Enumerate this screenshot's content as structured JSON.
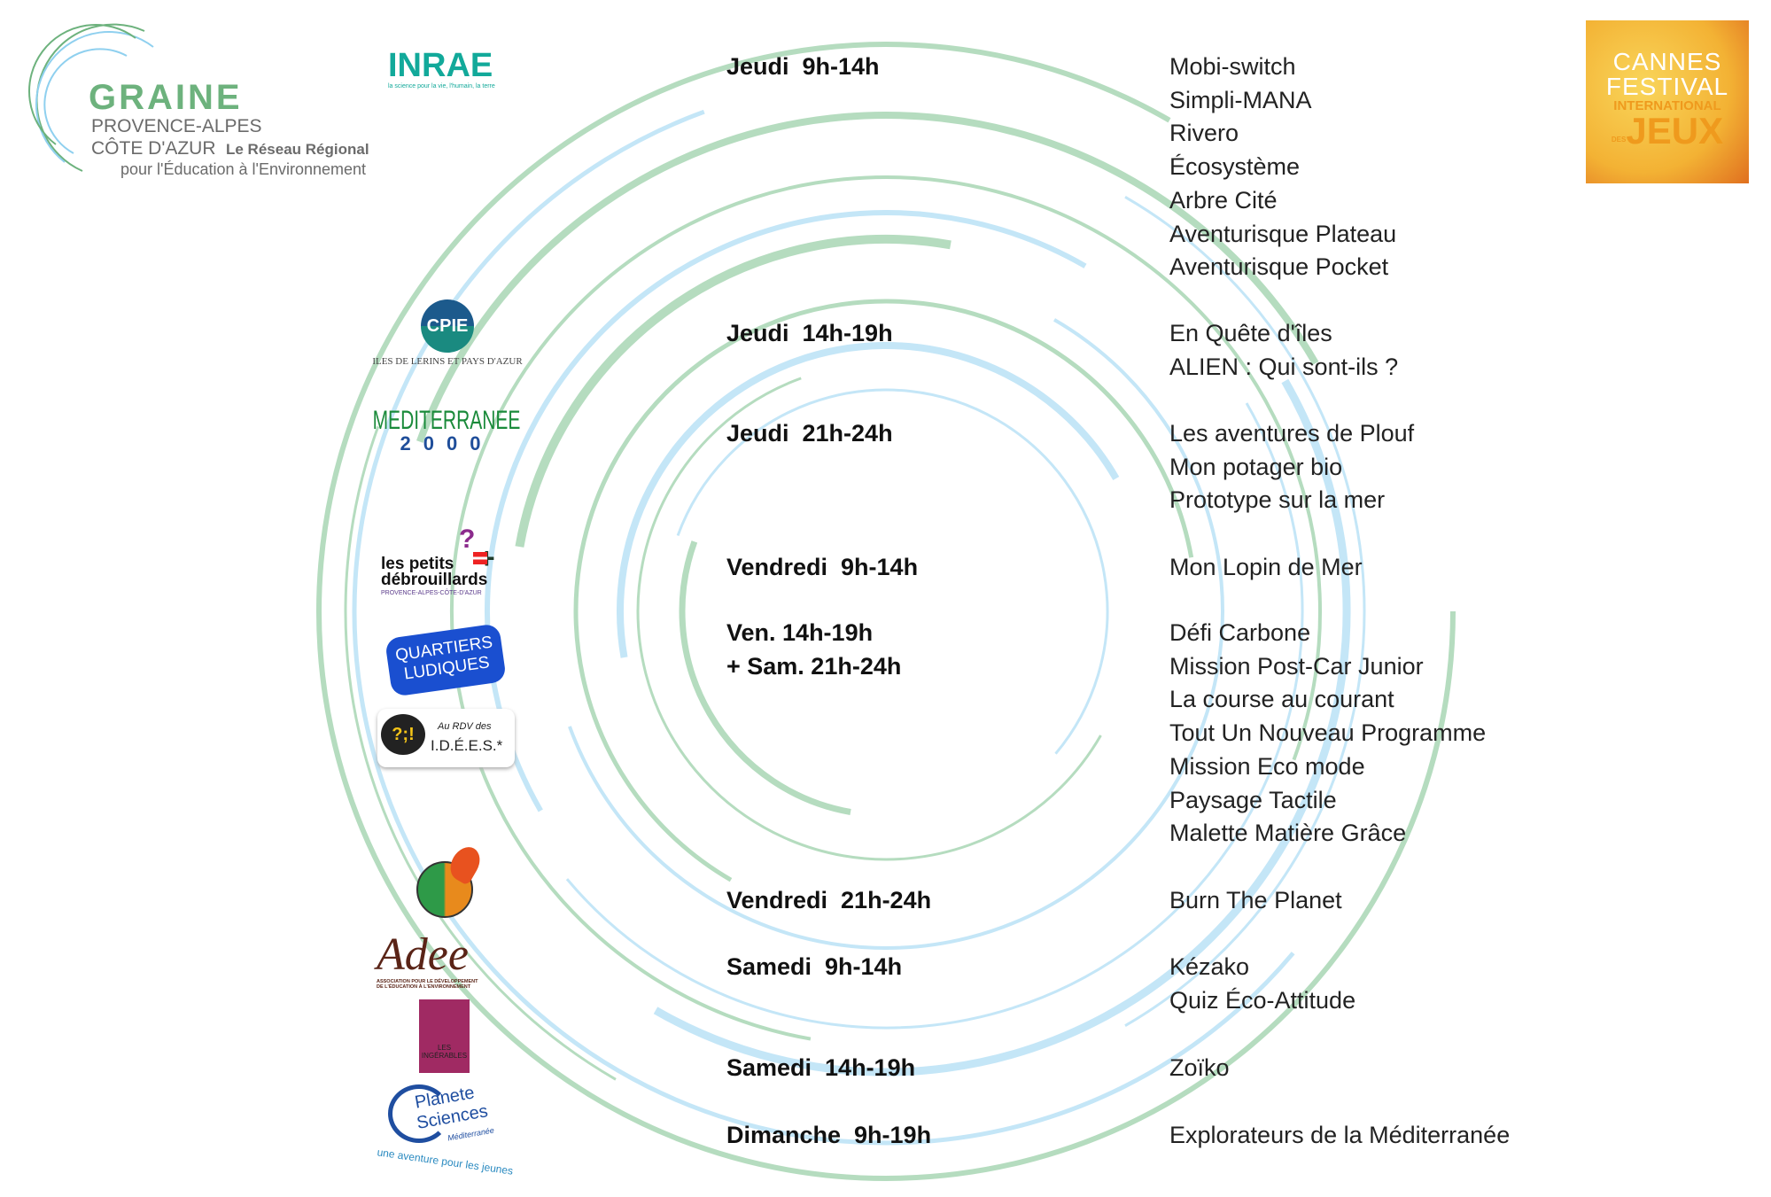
{
  "logos": {
    "graine": {
      "name": "GRAINE",
      "line1": "PROVENCE-ALPES",
      "line2": "CÔTE D'AZUR",
      "tag": "Le Réseau Régional",
      "line3": "pour l'Éducation à l'Environnement"
    },
    "inrae": {
      "name": "INRAE",
      "tagline": "la science pour la vie, l'humain, la terre"
    },
    "cannes": {
      "line1": "CANNES",
      "line2": "FESTIVAL",
      "line3": "INTERNATIONAL",
      "des": "DES",
      "line4": "JEUX"
    },
    "cpie": {
      "name": "CPIE",
      "subtitle": "ILES DE LERINS ET PAYS D'AZUR"
    },
    "med2000": {
      "line1": "MEDITERRANEE",
      "line2": "2000"
    },
    "petits_debrouillards": {
      "line1": "les petits",
      "line2": "débrouillards",
      "region": "PROVENCE-ALPES-CÔTE-D'AZUR"
    },
    "quartiers_ludiques": {
      "line1": "QUARTIERS",
      "line2": "LUDIQUES"
    },
    "idees": {
      "bubble": "?;!",
      "line1": "Au RDV des",
      "line2": "I.D.É.E.S.*"
    },
    "adee": {
      "name": "Adee",
      "line1": "ASSOCIATION POUR LE DÉVELOPPEMENT",
      "line2": "DE L'ÉDUCATION À L'ENVIRONNEMENT"
    },
    "ingerables": {
      "line1": "LES",
      "line2": "INGÉRABLES"
    },
    "planete_sciences": {
      "line1": "Planete",
      "line2": "Sciences",
      "region": "Méditerranée",
      "tagline": "une aventure pour les jeunes"
    }
  },
  "schedule": [
    {
      "time": "Jeudi  9h-14h",
      "games": [
        "Mobi-switch",
        "Simpli-MANA",
        "Rivero",
        "Écosystème",
        "Arbre Cité",
        "Aventurisque Plateau",
        "Aventurisque Pocket"
      ]
    },
    {
      "time": "Jeudi  14h-19h",
      "games": [
        "En Quête d'îles",
        "ALIEN : Qui sont-ils ?"
      ]
    },
    {
      "time": "Jeudi  21h-24h",
      "games": [
        "Les aventures de Plouf",
        "Mon potager bio",
        "Prototype sur la mer"
      ]
    },
    {
      "time": "Vendredi  9h-14h",
      "games": [
        "Mon Lopin de Mer"
      ]
    },
    {
      "time": "Ven. 14h-19h\n+ Sam. 21h-24h",
      "games": [
        "Défi Carbone",
        "Mission Post-Car Junior",
        "La course au courant",
        "Tout Un Nouveau Programme",
        "Mission Eco mode",
        "Paysage Tactile",
        "Malette Matière Grâce"
      ]
    },
    {
      "time": "Vendredi  21h-24h",
      "games": [
        "Burn The Planet"
      ]
    },
    {
      "time": "Samedi  9h-14h",
      "games": [
        "Kézako",
        "Quiz Éco-Attitude"
      ]
    },
    {
      "time": "Samedi  14h-19h",
      "games": [
        "Zoïko"
      ]
    },
    {
      "time": "Dimanche  9h-19h",
      "games": [
        "Explorateurs de la Méditerranée"
      ]
    }
  ],
  "colors": {
    "green_arc": "#b5dcbf",
    "blue_arc": "#c4e6f7",
    "graine_green": "#6db27d"
  }
}
